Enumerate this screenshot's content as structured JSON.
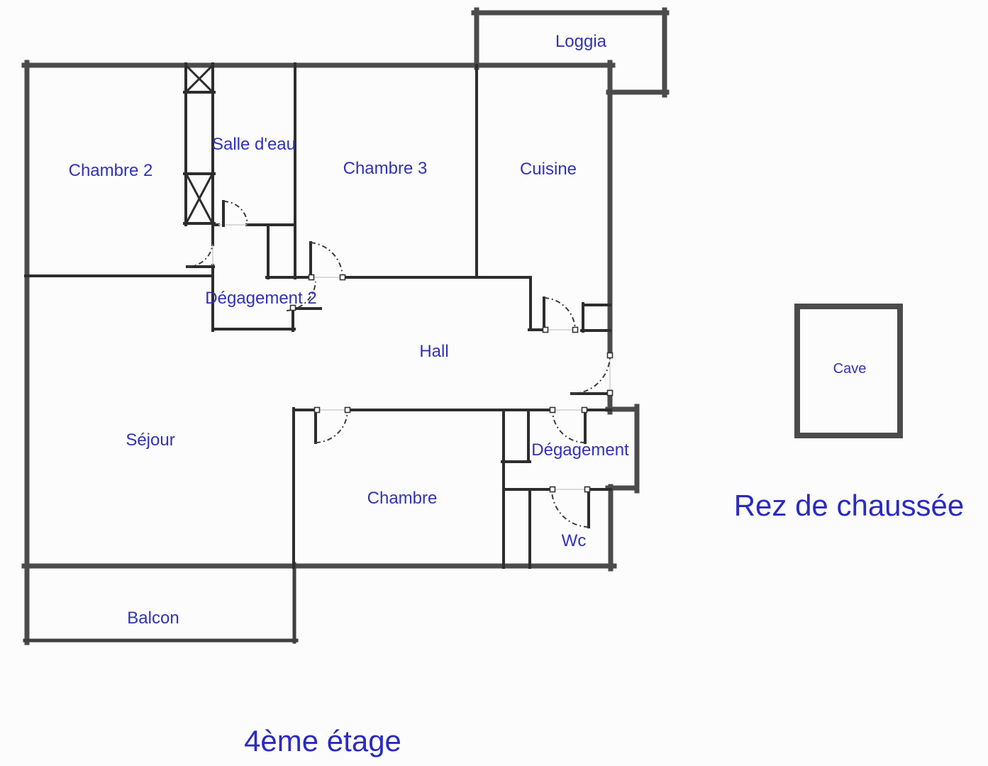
{
  "floor_plan": {
    "rooms": {
      "chambre2": "Chambre 2",
      "salle_deau": "Salle d'eau",
      "chambre3": "Chambre 3",
      "cuisine": "Cuisine",
      "loggia": "Loggia",
      "degagement2": "Dégagement 2",
      "hall": "Hall",
      "sejour": "Séjour",
      "chambre": "Chambre",
      "degagement": "Dégagement",
      "wc": "Wc",
      "balcon": "Balcon",
      "cave": "Cave"
    },
    "captions": {
      "ground_floor": "Rez de chaussée",
      "fourth_floor": "4ème étage"
    },
    "colors": {
      "background": "#fcfcfc",
      "wall_exterior": "#4b4b4b",
      "wall_interior": "#2d2d2d",
      "label_blue": "#3232b4",
      "caption_blue": "#2a2ac0"
    }
  }
}
